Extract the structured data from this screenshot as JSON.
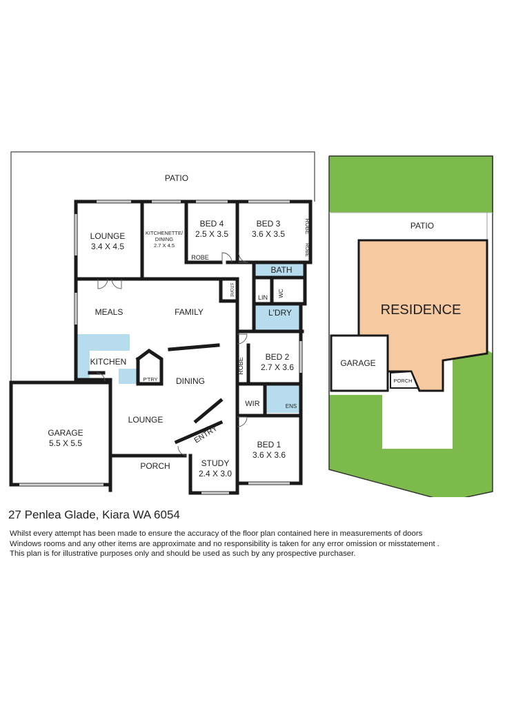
{
  "floor_plan": {
    "rooms": {
      "patio": "PATIO",
      "lounge_top": "LOUNGE",
      "lounge_top_size": "3.4 X 4.5",
      "kitchenette_line1": "KITCHENETTE/",
      "kitchenette_line2": "DINING",
      "kitchenette_size": "2.7 X 4.5",
      "bed4": "BED 4",
      "bed4_size": "2.5 X 3.5",
      "bed3": "BED 3",
      "bed3_size": "3.6 X 3.5",
      "robe": "ROBE",
      "bath": "BATH",
      "wc": "WC",
      "lin": "LIN",
      "store": "STORE",
      "laundry": "L'DRY",
      "meals": "MEALS",
      "family": "FAMILY",
      "kitchen": "KITCHEN",
      "pantry": "P'TRY",
      "dining": "DINING",
      "bed2": "BED 2",
      "bed2_size": "2.7 X 3.6",
      "wir": "WIR",
      "ens": "ENS",
      "garage": "GARAGE",
      "garage_size": "5.5 X 5.5",
      "lounge": "LOUNGE",
      "entry": "ENTRY",
      "porch": "PORCH",
      "study": "STUDY",
      "study_size": "2.4 X 3.0",
      "bed1": "BED 1",
      "bed1_size": "3.6 X 3.6"
    }
  },
  "site_plan": {
    "patio": "PATIO",
    "residence": "RESIDENCE",
    "garage": "GARAGE",
    "porch": "PORCH"
  },
  "colors": {
    "wall": "#1a1a1a",
    "wet_area": "#b6dced",
    "residence": "#f6c9a1",
    "lawn": "#7dba4c"
  },
  "address": "27 Penlea Glade, Kiara WA 6054",
  "disclaimer": [
    "Whilst every attempt has been made to ensure the accuracy of the floor plan contained here in measurements of doors",
    "Windows rooms and any other items are approximate and no responsibility is taken for any error omission or misstatement .",
    "This plan is for illustrative purposes only and should be used as such by any prospective purchaser."
  ]
}
